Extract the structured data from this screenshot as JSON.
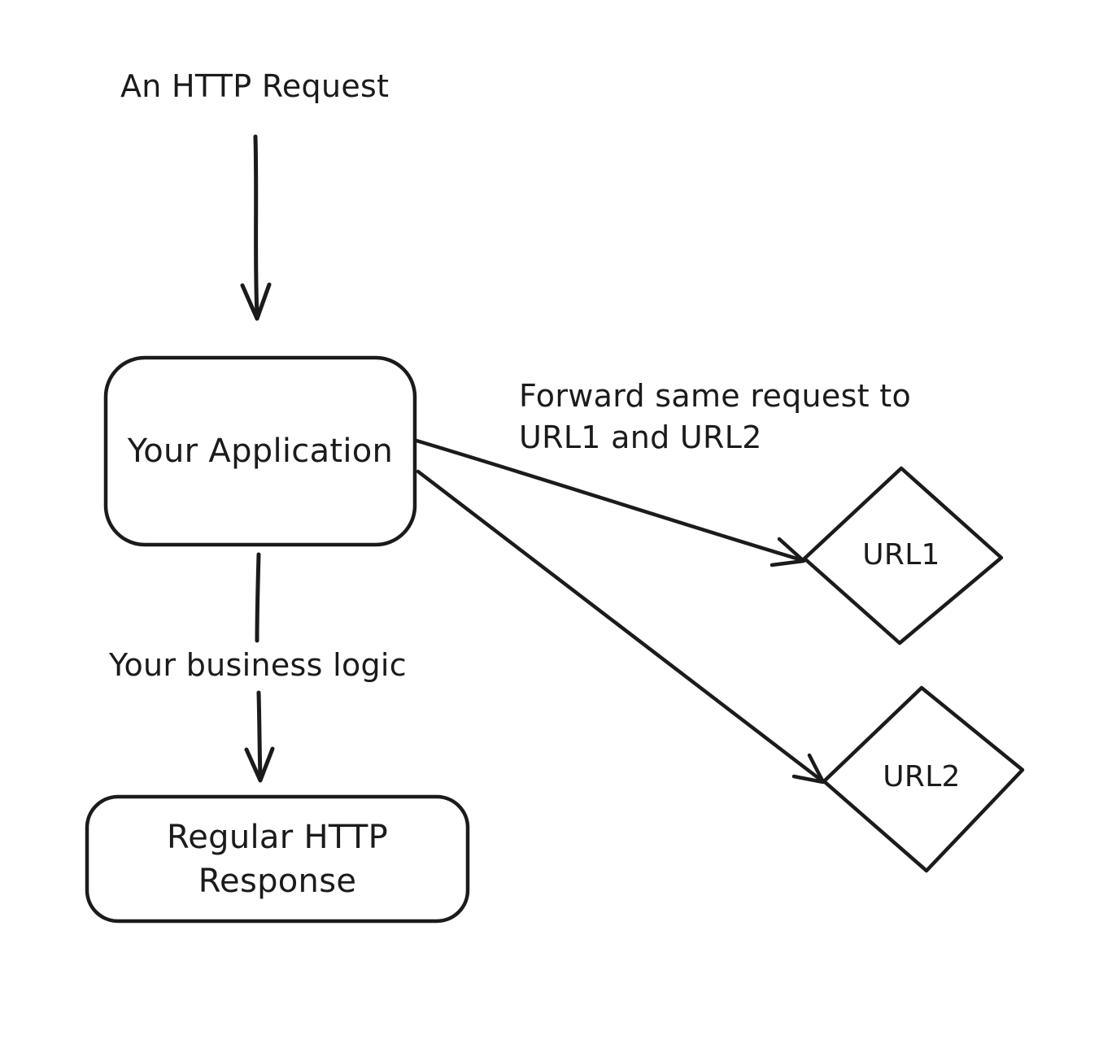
{
  "colors": {
    "stroke": "#1b1b1b",
    "background": "#ffffff"
  },
  "nodes": {
    "http_request_label": "An HTTP Request",
    "your_application": "Your Application",
    "forward_note_line1": "Forward same request to",
    "forward_note_line2": "URL1 and URL2",
    "url1": "URL1",
    "url2": "URL2",
    "business_logic_label": "Your business logic",
    "response_line1": "Regular HTTP",
    "response_line2": "Response"
  }
}
